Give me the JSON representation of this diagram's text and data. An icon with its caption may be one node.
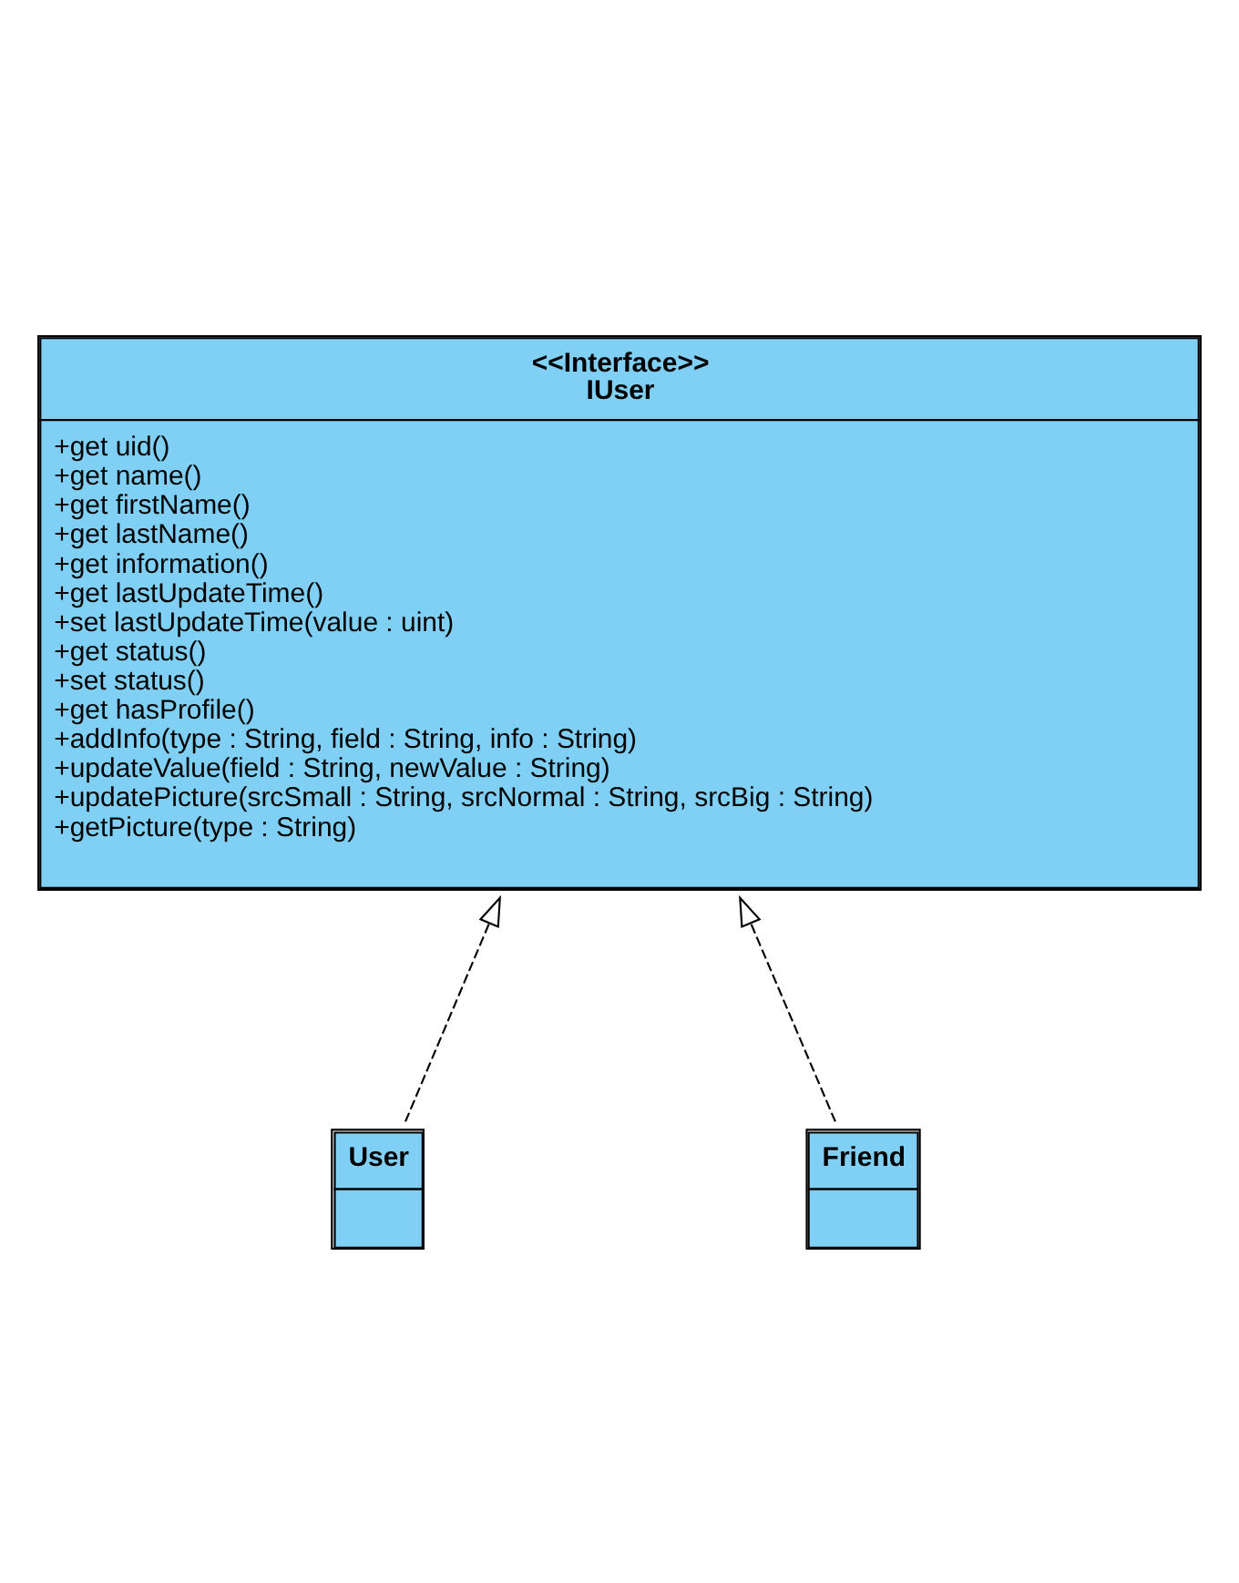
{
  "diagram": {
    "nodes": [
      {
        "text": [
          "<<Interface>>",
          "IUser",
          "+get uid()",
          "+get name()",
          "+get firstName()",
          "+get lastName()",
          "+get information()",
          "+get lastUpdateTime()",
          "+set lastUpdateTime(value : uint)",
          "+get status()",
          "+set status()",
          "+get hasProfile()",
          "+addInfo(type : String, field : String, info : String)",
          "+updateValue(field : String, newValue : String)",
          "+updatePicture(srcSmall : String, srcNormal : String, srcBig : String)",
          "+getPicture(type : String)"
        ]
      },
      {
        "text": [
          "User"
        ]
      },
      {
        "text": [
          "Friend"
        ]
      }
    ],
    "edges": [
      {
        "from": 1,
        "to": 0,
        "arrow": "to",
        "style": "dashed"
      },
      {
        "from": 2,
        "to": 0,
        "arrow": "to",
        "style": "dashed"
      }
    ]
  }
}
